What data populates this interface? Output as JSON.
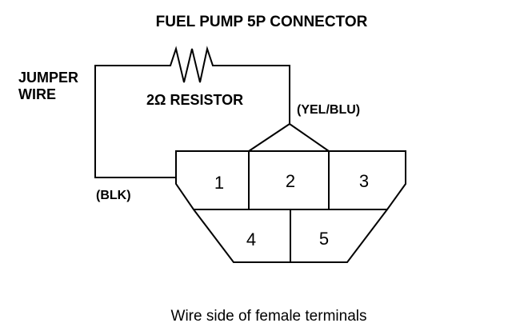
{
  "title": "FUEL PUMP 5P CONNECTOR",
  "jumper_label_line1": "JUMPER",
  "jumper_label_line2": "WIRE",
  "resistor_label": "2Ω RESISTOR",
  "wire_colors": {
    "left": "(BLK)",
    "right": "(YEL/BLU)"
  },
  "terminals": [
    "1",
    "2",
    "3",
    "4",
    "5"
  ],
  "caption": "Wire side of female terminals",
  "colors": {
    "line": "#000000",
    "background": "#ffffff"
  }
}
